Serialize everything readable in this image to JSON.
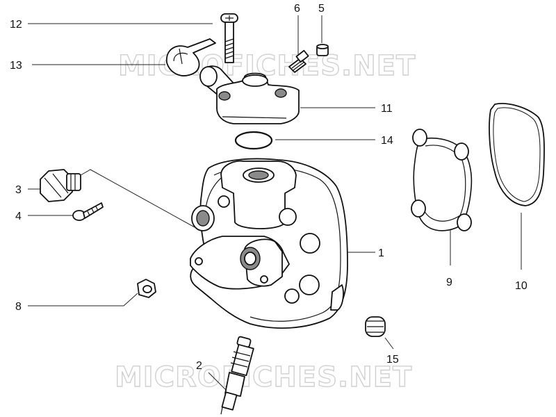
{
  "diagram": {
    "watermark": "MICROFICHES.NET",
    "colors": {
      "line": "#111111",
      "fill": "#ffffff",
      "shade": "#d4d4d4",
      "watermark": "#d0d0d0"
    },
    "callouts": [
      {
        "id": "c1",
        "label": "1"
      },
      {
        "id": "c2",
        "label": "2"
      },
      {
        "id": "c3",
        "label": "3"
      },
      {
        "id": "c4",
        "label": "4"
      },
      {
        "id": "c5",
        "label": "5"
      },
      {
        "id": "c6",
        "label": "6"
      },
      {
        "id": "c8",
        "label": "8"
      },
      {
        "id": "c9",
        "label": "9"
      },
      {
        "id": "c10",
        "label": "10"
      },
      {
        "id": "c11",
        "label": "11"
      },
      {
        "id": "c12",
        "label": "12"
      },
      {
        "id": "c13",
        "label": "13"
      },
      {
        "id": "c14",
        "label": "14"
      },
      {
        "id": "c15",
        "label": "15"
      }
    ]
  }
}
